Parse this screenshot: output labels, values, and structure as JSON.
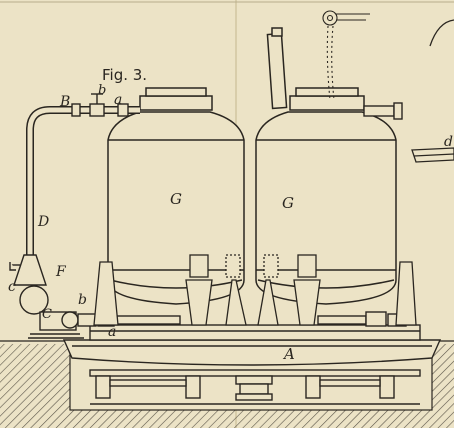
{
  "figure": {
    "caption": "Fig. 3.",
    "labels": {
      "A": "A",
      "B": "B",
      "b_upper": "b",
      "a_upper": "a",
      "D": "D",
      "F": "F",
      "c": "c",
      "C": "C",
      "b_lower": "b",
      "a_lower": "a",
      "G_left": "G",
      "G_right": "G",
      "d": "d"
    }
  },
  "colors": {
    "paper": "#ece3c6",
    "ink": "#2a2620",
    "hatch": "#5a5448"
  }
}
